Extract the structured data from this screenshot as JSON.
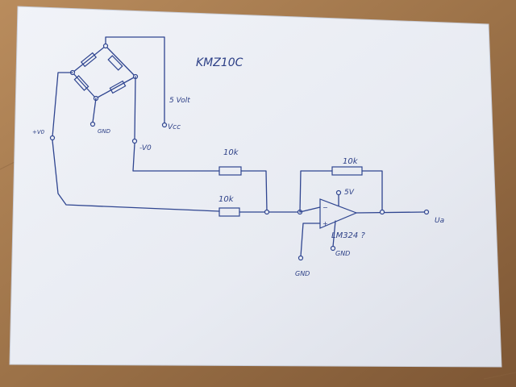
{
  "sensor_model": "KMZ10C",
  "labels": {
    "supply_note": "5 Volt",
    "vcc": "Vcc",
    "gnd_bridge": "GND",
    "plus_v0": "+V0",
    "minus_v0": "-V0",
    "r1": "10k",
    "r2": "10k",
    "r_feedback": "10k",
    "opamp_supply": "5V",
    "opamp_model": "LM324 ?",
    "opamp_gnd": "GND",
    "input_gnd": "GND",
    "output": "Ua"
  },
  "colors": {
    "ink": "#2f4590",
    "paper": "#ebeef4",
    "table": "#a47a4f"
  }
}
